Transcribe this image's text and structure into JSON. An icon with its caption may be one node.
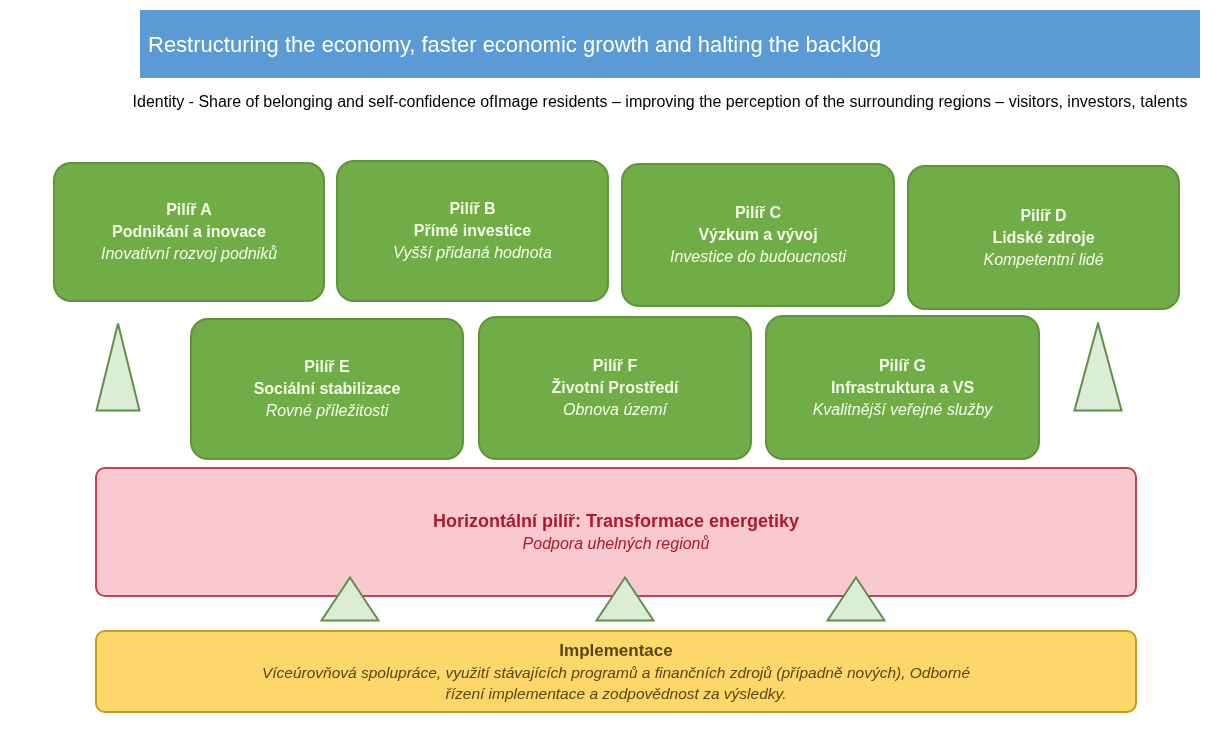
{
  "diagram": {
    "title": "Restructuring the economy, faster economic growth and halting the backlog",
    "nodes": [
      {
        "text": [
          "Pilíř A",
          "Podnikání a inovace",
          "Inovativní rozvoj podniků"
        ]
      },
      {
        "text": [
          "Pilíř B",
          "Přímé investice",
          "Vyšší přidaná hodnota"
        ]
      },
      {
        "text": [
          "Pilíř C",
          "Výzkum a vývoj",
          "Investice do budoucnosti"
        ]
      },
      {
        "text": [
          "Pilíř D",
          "Lidské zdroje",
          "Kompetentní lidé"
        ]
      },
      {
        "text": [],
        "shape": "triangle"
      },
      {
        "text": [
          "Pilíř E",
          "Sociální stabilizace",
          "Rovné příležitosti"
        ]
      },
      {
        "text": [
          "Pilíř F",
          "Životní Prostředí",
          "Obnova území"
        ]
      },
      {
        "text": [
          "Pilíř G",
          "Infrastruktura a VS",
          "Kvalitnější veřejné služby"
        ]
      },
      {
        "text": [],
        "shape": "triangle"
      },
      {
        "text": [
          "Horizontální pilíř: Transformace energetiky",
          "Podpora uhelných regionů"
        ]
      },
      {
        "text": [],
        "shape": "triangle"
      },
      {
        "text": [],
        "shape": "triangle"
      },
      {
        "text": [],
        "shape": "triangle"
      },
      {
        "text": [
          "Implementace",
          "Víceúrovňová spolupráce, využití stávajících programů a finančních zdrojů (případně nových), Odborné řízení implementace a zodpovědnost za výsledky."
        ]
      }
    ],
    "labels": [
      "Identity - Share of belonging and self-confidence ofImage residents  – improving the perception of the surrounding regions  – visitors, investors, talents"
    ]
  }
}
